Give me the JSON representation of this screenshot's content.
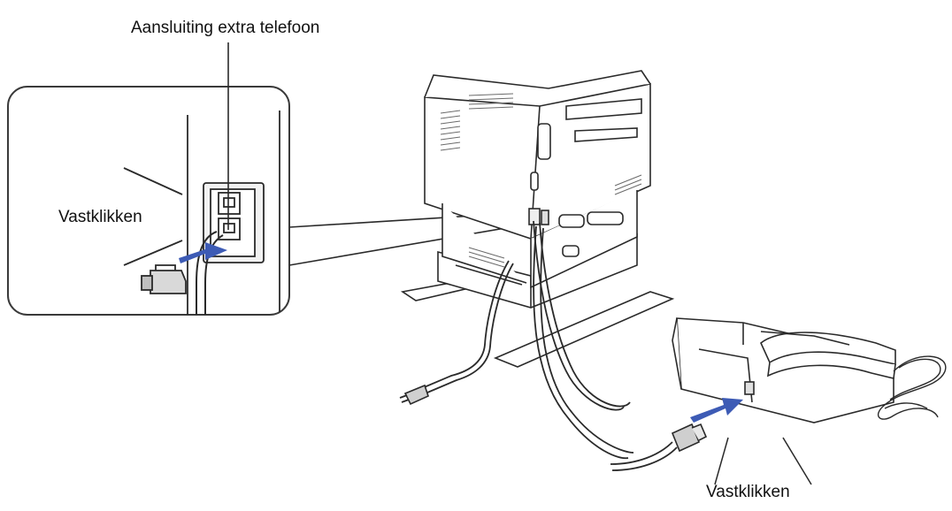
{
  "labels": {
    "top_connector": "Aansluiting extra telefoon",
    "click_left": "Vastklikken",
    "click_bottom": "Vastklikken"
  },
  "colors": {
    "line": "#2a2a2a",
    "arrow": "#3d5bb5",
    "callout_border": "#3a3a3a",
    "machine_fill": "#ffffff",
    "vent": "#6a6a6a"
  },
  "icons": {
    "arrow_left": "arrow-right-icon",
    "arrow_right": "arrow-left-icon",
    "plug": "rj11-plug-icon"
  }
}
